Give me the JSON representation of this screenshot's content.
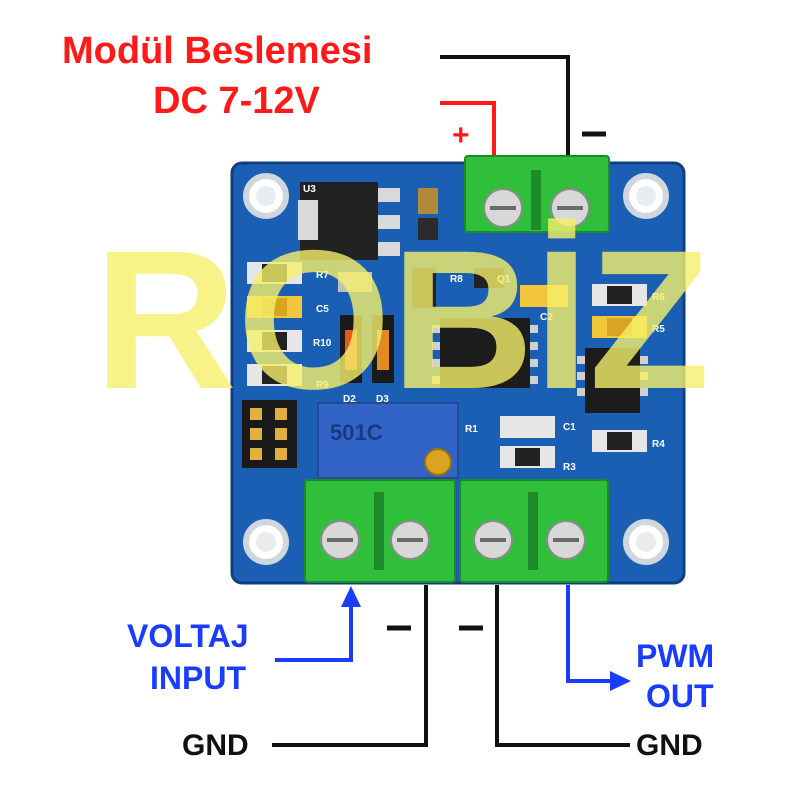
{
  "title": {
    "line1": "Modül Beslemesi",
    "line2": "DC 7-12V"
  },
  "power": {
    "plus": "+",
    "minus": "-"
  },
  "input": {
    "line1": "VOLTAJ",
    "line2": "INPUT",
    "minus": "-"
  },
  "output": {
    "line1": "PWM",
    "line2": "OUT",
    "minus": "-"
  },
  "gnd": {
    "left": "GND",
    "right": "GND"
  },
  "watermark": "ROBİZ",
  "pcb": {
    "silkscreen": {
      "u3": "U3",
      "d2": "D2",
      "d3": "D3",
      "c5": "C5",
      "r7": "R7",
      "r10": "R10",
      "r9": "R9",
      "r8": "R8",
      "q1": "Q1",
      "c2": "C2",
      "r6": "R6",
      "r5": "R5",
      "c1": "C1",
      "r4": "R4",
      "r1": "R1",
      "r3": "R3"
    },
    "potentiometer_marking": "501C"
  },
  "colors": {
    "pcb": "#1a5fb4",
    "terminal": "#2fbf3a",
    "red_text": "#ff1a1a",
    "blue_text": "#1a3cff",
    "watermark": "#f5f06a"
  }
}
